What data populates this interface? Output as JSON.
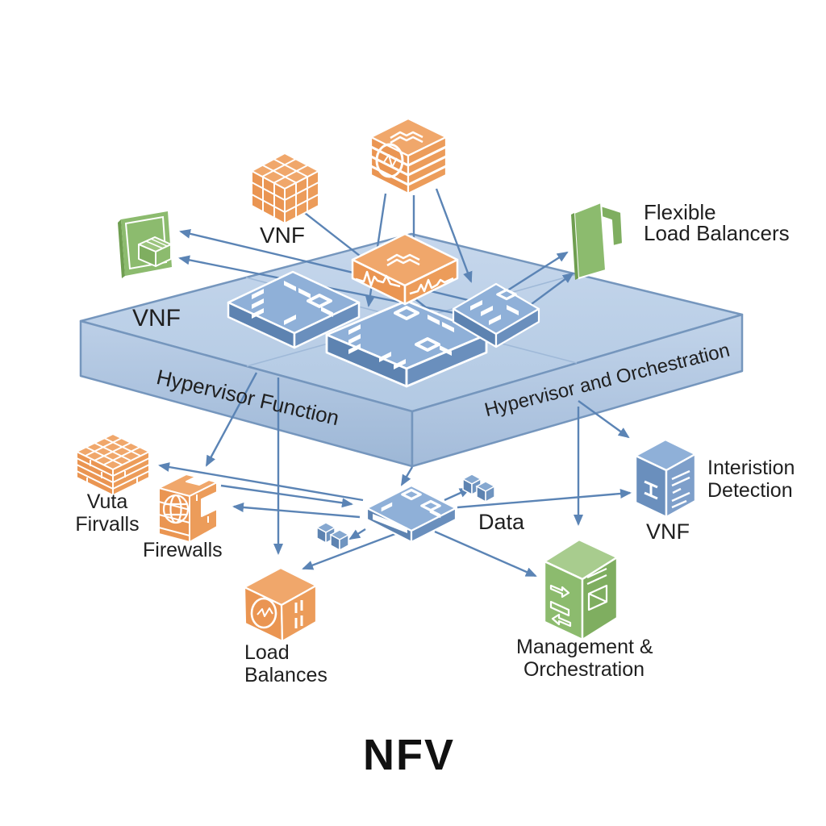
{
  "title": "NFV",
  "labels": {
    "vnf_top": "VNF",
    "vnf_platform": "VNF",
    "vnf_right": "VNF",
    "flexible_line1": "Flexible",
    "flexible_line2": "Load Balancers",
    "hypervisor_left": "Hypervisor Function",
    "hypervisor_right": "Hypervisor and Orchestration",
    "vuta_line1": "Vuta",
    "vuta_line2": "Firvalls",
    "firewalls": "Firewalls",
    "load_line1": "Load",
    "load_line2": "Balances",
    "data": "Data",
    "intrusion_line1": "Interistion",
    "intrusion_line2": "Detection",
    "mgmt_line1": "Management &",
    "mgmt_line2": "Orchestration"
  },
  "colors": {
    "background": "#ffffff",
    "platform_top": "#bfd2e8",
    "platform_side": "#abc2de",
    "platform_edge": "#7596bd",
    "arrow": "#5b84b5",
    "blue_box": "#6a8fbd",
    "blue_box_top": "#8fb0d8",
    "orange_box": "#ea9552",
    "orange_box_top": "#f0a76b",
    "green_box": "#8cbb6e",
    "text": "#1f1f1f"
  }
}
